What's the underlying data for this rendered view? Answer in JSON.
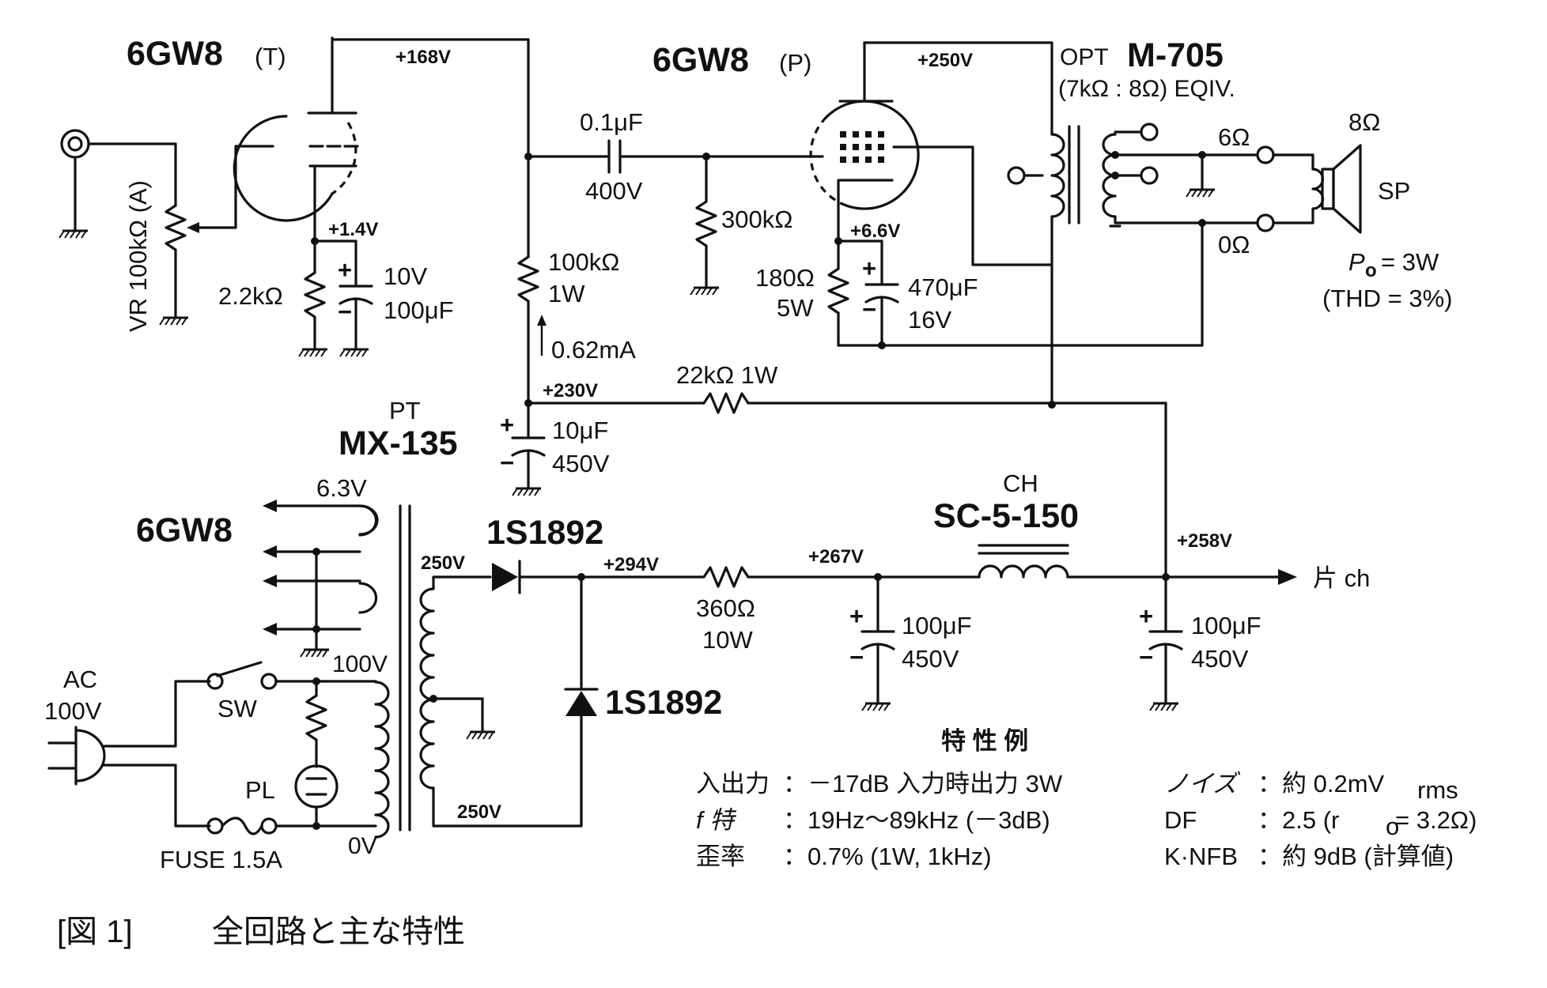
{
  "tubes": {
    "triode": "6GW8",
    "triode_suffix": "(T)",
    "pentode": "6GW8",
    "pentode_suffix": "(P)",
    "heater_label": "6GW8"
  },
  "voltages": {
    "triode_plate": "+168V",
    "triode_cathode": "+1.4V",
    "pentode_plate": "+250V",
    "pentode_cathode": "+6.6V",
    "b_decouple": "+230V",
    "rectified": "+294V",
    "after_resistor": "+267V",
    "after_choke": "+258V"
  },
  "components": {
    "vr": "VR 100kΩ (A)",
    "rk1": "2.2kΩ",
    "ck1_v": "10V",
    "ck1_c": "100μF",
    "cc": "0.1μF",
    "cc_v": "400V",
    "rg": "300kΩ",
    "rp1": "100kΩ",
    "rp1_w": "1W",
    "current": "0.62mA",
    "rk2": "180Ω",
    "rk2_w": "5W",
    "ck2_c": "470μF",
    "ck2_v": "16V",
    "r_drop": "22kΩ  1W",
    "c_dec": "10μF",
    "c_dec_v": "450V",
    "r_filter": "360Ω",
    "r_filter_w": "10W",
    "c1": "100μF",
    "c1_v": "450V",
    "c2": "100μF",
    "c2_v": "450V",
    "diode1": "1S1892",
    "diode2": "1S1892"
  },
  "opt": {
    "label_prefix": "OPT",
    "model": "M-705",
    "ratio": "(7kΩ : 8Ω) EQIV.",
    "tap_6": "6Ω",
    "tap_0": "0Ω",
    "speaker_imp": "8Ω",
    "speaker": "SP",
    "po": "P",
    "po_sub": "o",
    "po_val": "= 3W",
    "thd": "(THD = 3%)"
  },
  "pt": {
    "label": "PT",
    "model": "MX-135",
    "heater_v": "6.3V",
    "sec_top": "250V",
    "sec_bot": "250V",
    "pri": "100V",
    "pri_zero": "0V"
  },
  "choke": {
    "label": "CH",
    "model": "SC-5-150"
  },
  "power": {
    "ac": "AC",
    "ac_v": "100V",
    "sw": "SW",
    "pl": "PL",
    "fuse": "FUSE 1.5A",
    "out": "片 ch"
  },
  "specs": {
    "heading": "特  性  例",
    "rows": [
      {
        "label": "入出力",
        "value": "：－17dB 入力時出力 3W",
        "label2": "ノイズ",
        "value2": "：約 0.2mV",
        "sub2": "rms"
      },
      {
        "label": "f 特",
        "value": "：19Hz～89kHz (－3dB)",
        "label2": "DF",
        "value2": "：2.5 (r",
        "sub2": "o",
        "tail2": " = 3.2Ω)"
      },
      {
        "label": "歪率",
        "value": "：0.7% (1W, 1kHz)",
        "label2": "K·NFB",
        "value2": "：約 9dB (計算値)"
      }
    ]
  },
  "caption": {
    "figure": "[図 1]",
    "title": "全回路と主な特性"
  }
}
